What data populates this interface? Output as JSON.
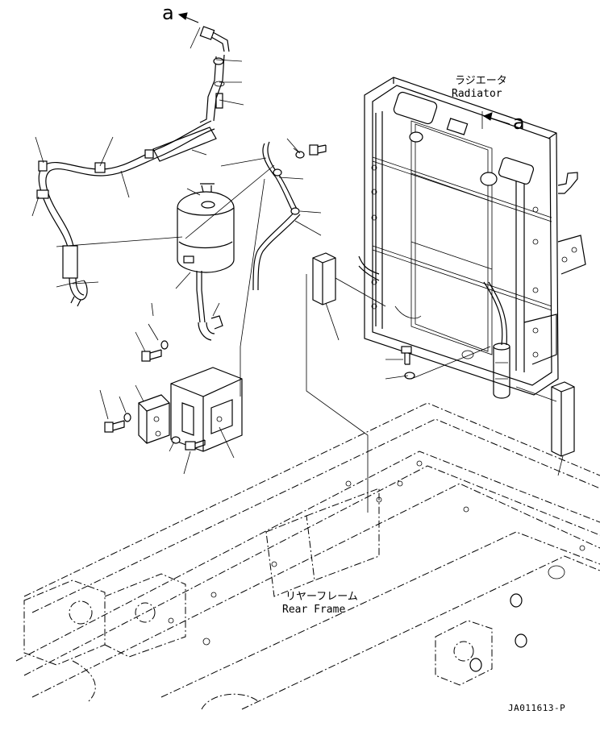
{
  "labels": {
    "arrow_top": "a",
    "arrow_right": "a",
    "radiator_jp": "ラジエータ",
    "radiator_en": "Radiator",
    "frame_jp": "リヤーフレーム",
    "frame_en": "Rear Frame",
    "drawing_code": "JA011613-P"
  }
}
